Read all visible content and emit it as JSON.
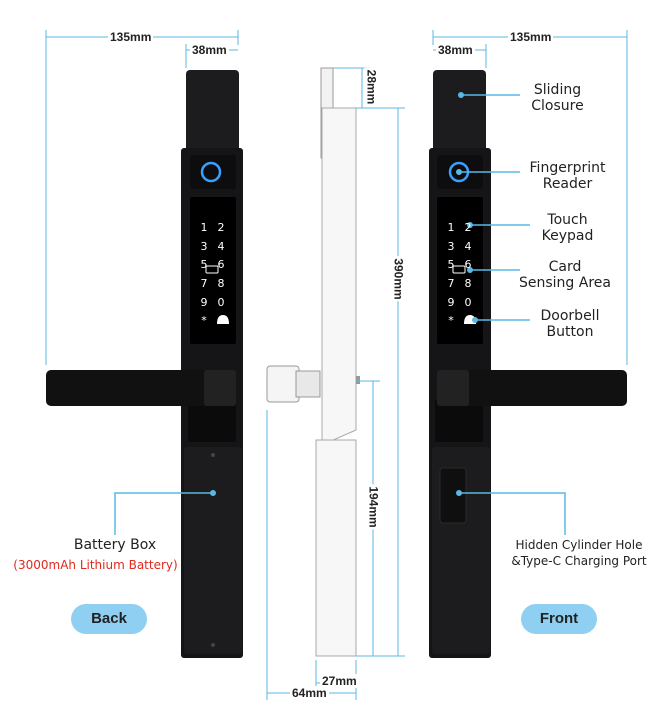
{
  "dimensions": {
    "width_total": "135mm",
    "width_head_back": "38mm",
    "width_head_front": "38mm",
    "width_total_front": "135mm",
    "top_offset": "28mm",
    "height_total": "390mm",
    "height_lower": "194mm",
    "depth_inner": "27mm",
    "depth_total": "64mm"
  },
  "callouts": {
    "sliding_closure": "Sliding\nClosure",
    "fingerprint_reader": "Fingerprint\nReader",
    "touch_keypad": "Touch\nKeypad",
    "card_sensing": "Card\nSensing Area",
    "doorbell_button": "Doorbell\nButton",
    "battery_box": "Battery Box",
    "battery_detail": "(3000mAh Lithium Battery)",
    "cylinder_hole": "Hidden Cylinder Hole\n&Type-C Charging Port"
  },
  "buttons": {
    "back": "Back",
    "front": "Front"
  },
  "keypad": {
    "keys": [
      "1",
      "2",
      "3",
      "4",
      "5",
      "6",
      "7",
      "8",
      "9",
      "0",
      "*"
    ]
  },
  "colors": {
    "accent": "#8fd0f2",
    "dimension_line": "#5bb8e6",
    "lock_body": "#1c1c1e",
    "highlight_text": "#e0291f",
    "fingerprint_ring": "#3aa0ff"
  }
}
